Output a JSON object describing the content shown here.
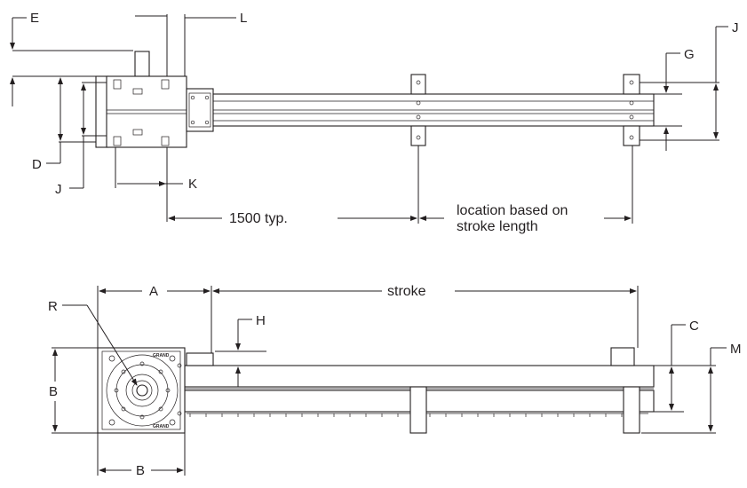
{
  "top_view": {
    "labels": {
      "E": "E",
      "L": "L",
      "J_right": "J",
      "G": "G",
      "D": "D",
      "J_left": "J",
      "K": "K"
    },
    "dimension_1500": "1500 typ.",
    "location_line1": "location based on",
    "location_line2": "stroke length"
  },
  "side_view": {
    "labels": {
      "R": "R",
      "A": "A",
      "stroke": "stroke",
      "H": "H",
      "C": "C",
      "M": "M",
      "B_left": "B",
      "B_bottom": "B"
    },
    "motor_label_top": "GRAND",
    "motor_label_bottom": "GRAND"
  }
}
